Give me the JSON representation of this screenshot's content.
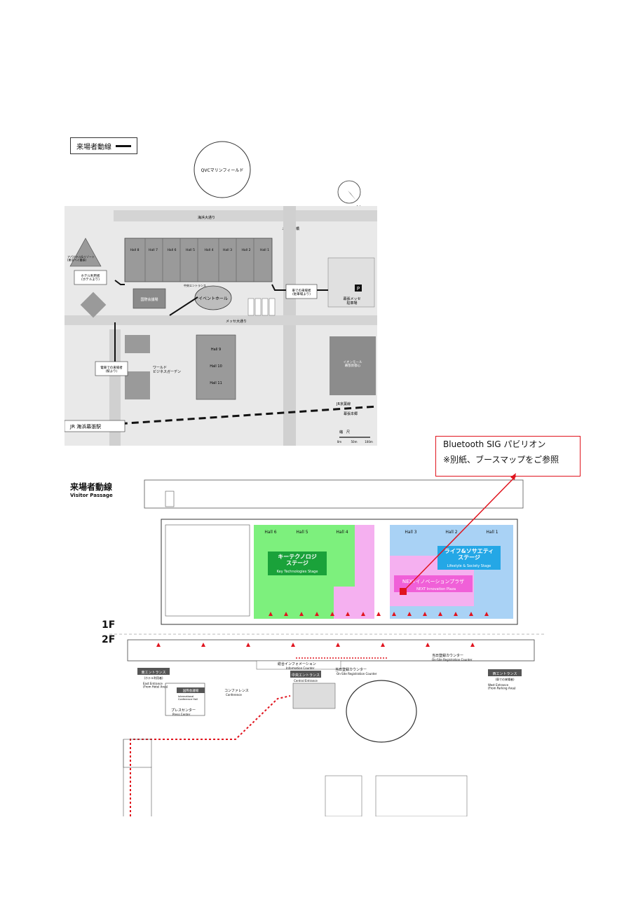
{
  "top_map": {
    "legend_label": "来場者動線",
    "arena": "QVCマリンフィールド",
    "compass": "N",
    "road_top": "海浜大通り",
    "bridge": "メッセ大橋",
    "halls_top": [
      "Hall 8",
      "Hall 7",
      "Hall 6",
      "Hall 5",
      "Hall 4",
      "Hall 3",
      "Hall 2",
      "Hall 1"
    ],
    "halls_north": [
      "Hall 9",
      "Hall 10",
      "Hall 11"
    ],
    "event_hall": "イベントホール",
    "international_hall": "国際会議場",
    "hotel_visitors": "ホテル利用者\n(ホテルより)",
    "car_visitors": "車での来場者\n(駐車場より)",
    "train_visitors": "電車での来場者\n(駅より)",
    "parking": "幕張メッセ\n駐車場",
    "parking_icon": "P",
    "messe_street": "メッセ大通り",
    "world_business_garden": "ワールド\nビジネスガーデン",
    "jr_station": "JR 海浜幕張駅",
    "jr_line": "JR京葉線",
    "aeon": "イオンモール\n幕張新都心",
    "scale_label": "縮　尺",
    "scale_ticks": [
      "0m",
      "50m",
      "100m"
    ],
    "hotel_apa": "アパホテル&リゾート\n(東京ベイ幕張)",
    "central_entrance": "中央エントランス",
    "makuhari_hongo": "幕張本郷"
  },
  "bottom_map": {
    "title_jp": "来場者動線",
    "title_en": "Visitor Passage",
    "floor_1f": "1F",
    "floor_2f": "2F",
    "halls": [
      "Hall 6",
      "Hall 5",
      "Hall 4",
      "Hall 3",
      "Hall 2",
      "Hall 1"
    ],
    "key_stage_jp": "キーテクノロジ\nステージ",
    "key_stage_en": "Key Technologies Stage",
    "life_stage_jp": "ライフ&ソサエティ\nステージ",
    "life_stage_en": "Lifestyle & Society Stage",
    "next_jp": "NEXTイノベーションプラザ",
    "next_en": "NEXT Innovation Plaza",
    "info_jp": "総合インフォメーション",
    "info_en": "Information Counter",
    "onsite_jp": "当日登録カウンター",
    "onsite_en": "On-Site Registration Counter",
    "onsite2_jp": "当日登録カウンター",
    "onsite2_en": "On-Site Registration Counter",
    "central_entrance_jp": "中央エントランス",
    "central_entrance_en": "Central Entrance",
    "east_entrance_jp": "東エントランス",
    "east_entrance_sub": "(ホテル利用者)",
    "east_entrance_en": "East Entrance\n(From Hotel Area)",
    "west_entrance_jp": "西エントランス",
    "west_entrance_sub": "(車での来場者)",
    "west_entrance_en": "West Entrance\n(From Parking Area)",
    "conference_jp": "国際会議場",
    "conference_en": "International\nConference Hall",
    "conference2_jp": "コンファレンス",
    "conference2_en": "Conference",
    "press_jp": "プレスセンター",
    "press_en": "Press Center"
  },
  "callout": {
    "line1": "Bluetooth SIG パビリオン",
    "line2": "※別紙、ブースマップをご参照"
  },
  "colors": {
    "green_stage": "#7df07d",
    "dark_green": "#1aa23a",
    "pink": "#f5b0f0",
    "magenta": "#f060d8",
    "blue": "#a9d2f5",
    "blue_label": "#24a7e6",
    "red": "#e0141e",
    "gray": "#9a9a9a"
  }
}
